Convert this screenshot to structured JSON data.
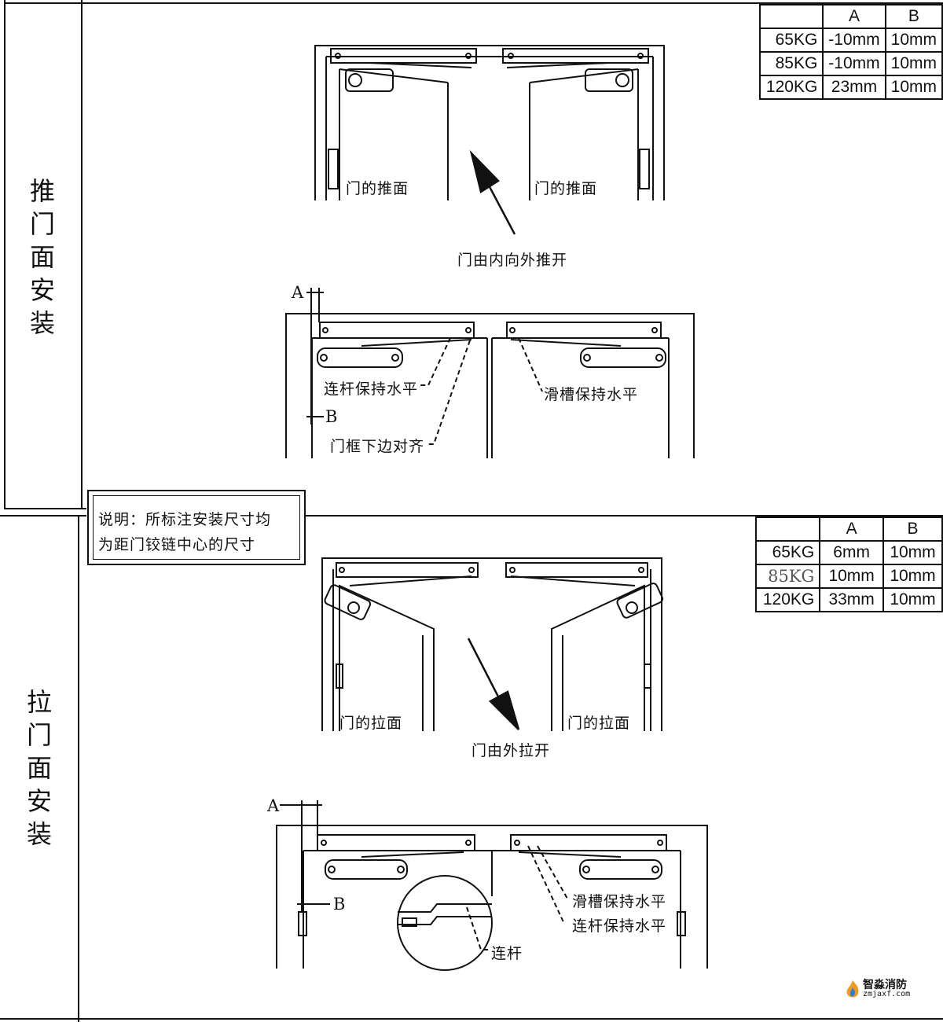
{
  "sections": {
    "push": {
      "title_chars": [
        "推",
        "门",
        "面",
        "安",
        "装"
      ],
      "door_face_left": "门的推面",
      "door_face_right": "门的推面",
      "direction": "门由内向外推开",
      "dim_a": "A",
      "dim_b": "B",
      "arm_level": "连杆保持水平",
      "track_level": "滑槽保持水平",
      "frame_align": "门框下边对齐"
    },
    "pull": {
      "title_chars": [
        "拉",
        "门",
        "面",
        "安",
        "装"
      ],
      "door_face_left": "门的拉面",
      "door_face_right": "门的拉面",
      "direction": "门由外拉开",
      "dim_a": "A",
      "dim_b": "B",
      "track_level": "滑槽保持水平",
      "arm_level": "连杆保持水平",
      "link": "连杆"
    }
  },
  "note": {
    "line1": "说明：所标注安装尺寸均",
    "line2": "为距门铰链中心的尺寸"
  },
  "tables": {
    "push": {
      "header": [
        "",
        "A",
        "B"
      ],
      "rows": [
        {
          "weight": "65KG",
          "a": "-10mm",
          "b": "10mm"
        },
        {
          "weight": "85KG",
          "a": "-10mm",
          "b": "10mm"
        },
        {
          "weight": "120KG",
          "a": "23mm",
          "b": "10mm"
        }
      ]
    },
    "pull": {
      "header": [
        "",
        "A",
        "B"
      ],
      "rows": [
        {
          "weight": "65KG",
          "a": "6mm",
          "b": "10mm"
        },
        {
          "weight": "85KG",
          "a": "10mm",
          "b": "10mm"
        },
        {
          "weight": "120KG",
          "a": "33mm",
          "b": "10mm"
        }
      ]
    }
  },
  "logo": {
    "name": "智淼消防",
    "url": "zmjaxf.com"
  },
  "colors": {
    "line": "#111111",
    "logo_orange": "#f39a1e",
    "logo_blue": "#2f7fd0"
  }
}
